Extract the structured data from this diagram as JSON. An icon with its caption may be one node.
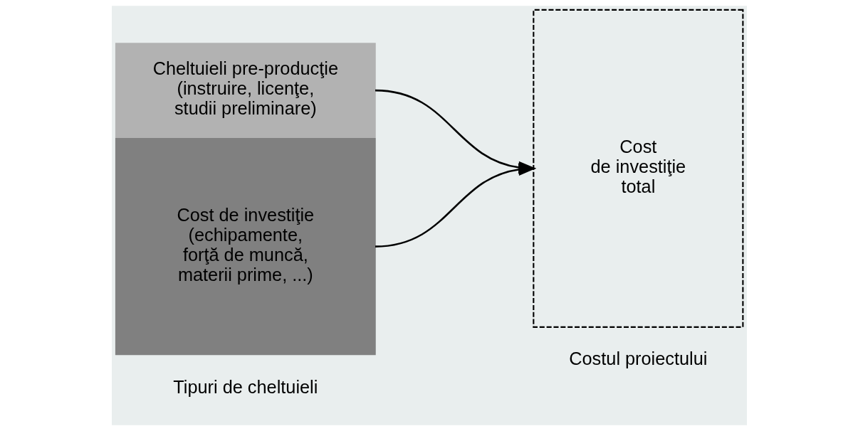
{
  "diagram": {
    "nodes": [
      {
        "text": [
          "Cheltuieli pre-producţie (instruire, licenţe, studii preliminare)"
        ]
      },
      {
        "text": [
          "Cost de investiţie (echipamente, forţă de muncă, materii prime, ...)"
        ],
        "beside": [
          "Tipuri de cheltuieli"
        ]
      },
      {
        "text": [
          "Cost de investiţie total"
        ],
        "beside": [
          "Costul proiectului"
        ]
      }
    ],
    "edges": [
      {
        "from": 0,
        "to": 2,
        "arrow": "to"
      },
      {
        "from": 1,
        "to": 2,
        "arrow": "to"
      }
    ]
  }
}
